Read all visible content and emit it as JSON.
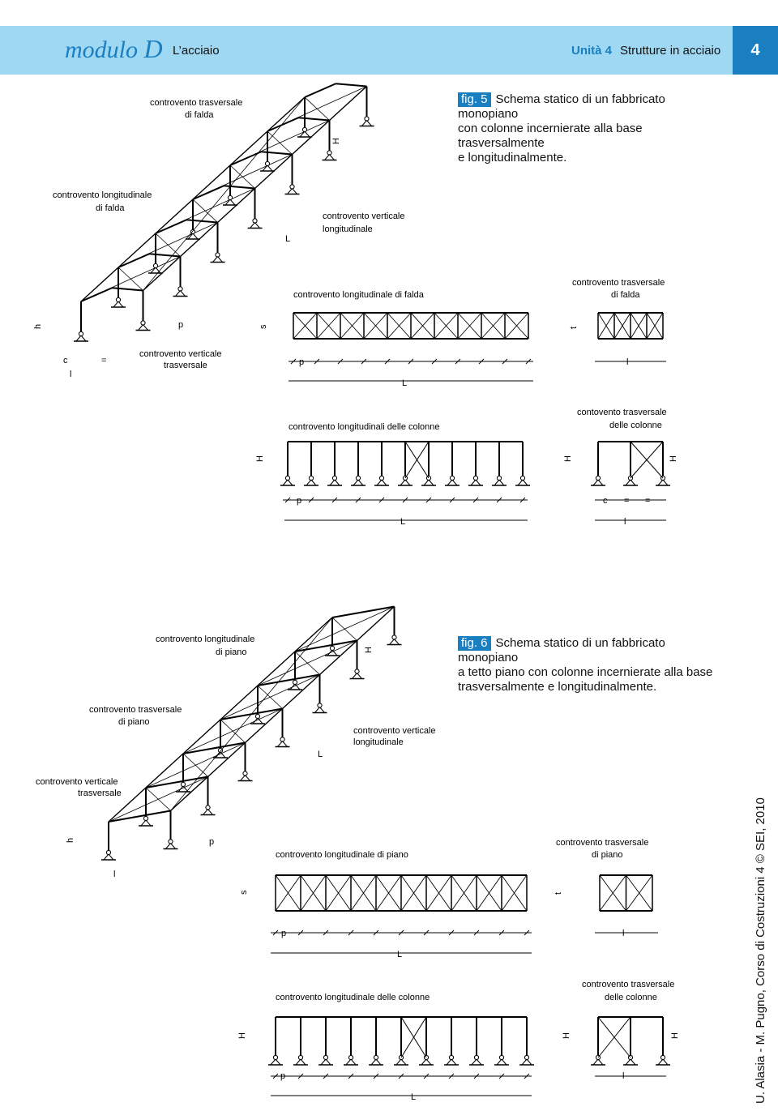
{
  "header": {
    "module_word": "modulo",
    "module_letter": "D",
    "section": "L’acciaio",
    "unit_label": "Unità 4",
    "unit_title": "Strutture in acciaio",
    "page_number": "4",
    "colors": {
      "band": "#9ed8f3",
      "accent": "#1a7fc1"
    }
  },
  "fig5": {
    "tag": "fig. 5",
    "caption_lines": [
      "Schema statico di un fabbricato monopiano",
      "con colonne incernierate alla base trasversalmente",
      "e longitudinalmente."
    ],
    "iso_labels": {
      "trasv_falda": [
        "controvento   trasversale",
        "di   falda"
      ],
      "long_falda": [
        "controvento   longitudinale",
        "di   falda"
      ],
      "vert_long": [
        "controvento   verticale",
        "longitudinale"
      ],
      "vert_trasv": [
        "controvento   verticale",
        "trasversale"
      ],
      "H": "H",
      "h": "h",
      "L": "L",
      "p": "p",
      "c": "c",
      "l": "l",
      "eq": "="
    },
    "plan": {
      "title": "controvento   longitudinale   di   falda",
      "s": "s",
      "p": "p",
      "L": "L",
      "eq": "="
    },
    "plan_trasv": {
      "title": [
        "controvento   trasversale",
        "di   falda"
      ],
      "t": "t",
      "l": "l"
    },
    "elev": {
      "title": "controvento   longitudinali   delle   colonne",
      "H": "H",
      "p": "p",
      "L": "L",
      "eq": "="
    },
    "elev_trasv": {
      "title": [
        "contovento   trasversale",
        "delle   colonne"
      ],
      "H": "H",
      "c": "c",
      "l": "l",
      "eq": "="
    }
  },
  "fig6": {
    "tag": "fig. 6",
    "caption_lines": [
      "Schema statico di un fabbricato monopiano",
      "a tetto piano con colonne incernierate alla base",
      "trasversalmente e longitudinalmente."
    ],
    "iso_labels": {
      "long_piano": [
        "controvento   longitudinale",
        "di   piano"
      ],
      "trasv_piano": [
        "controvento   trasversale",
        "di   piano"
      ],
      "vert_long": [
        "controvento   verticale",
        "longitudinale"
      ],
      "vert_trasv": [
        "controvento   verticale",
        "trasversale"
      ],
      "H": "H",
      "h": "h",
      "L": "L",
      "p": "p",
      "l": "l"
    },
    "plan": {
      "title": "controvento   longitudinale   di   piano",
      "s": "s",
      "p": "p",
      "L": "L",
      "eq": "="
    },
    "plan_trasv": {
      "title": [
        "controvento   trasversale",
        "di   piano"
      ],
      "t": "t",
      "l": "l"
    },
    "elev": {
      "title": "controvento   longitudinale   delle   colonne",
      "H": "H",
      "p": "p",
      "L": "L",
      "eq": "="
    },
    "elev_trasv": {
      "title": [
        "controvento   trasversale",
        "delle   colonne"
      ],
      "H": "H",
      "l": "l"
    }
  },
  "credit": "U. Alasia - M. Pugno, Corso di Costruzioni 4 © SEI, 2010"
}
